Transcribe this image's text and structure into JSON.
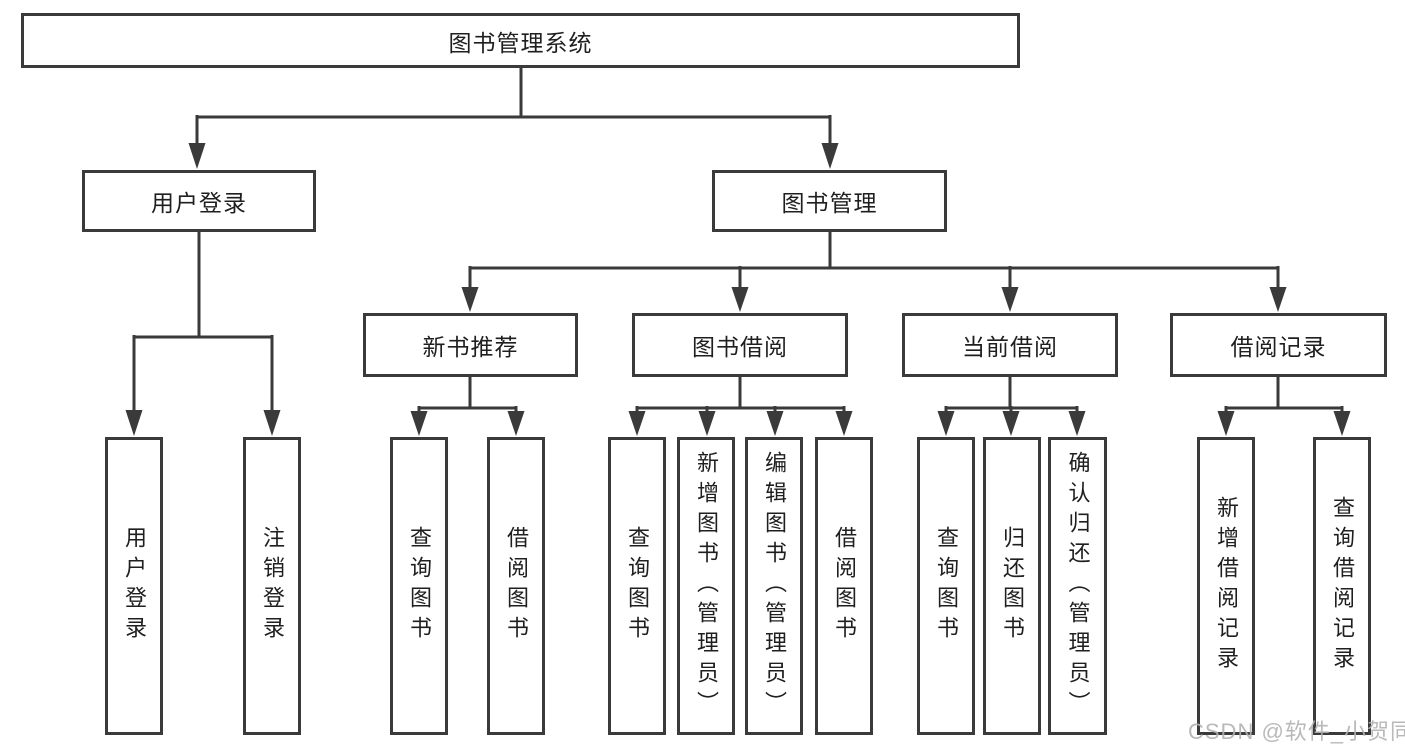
{
  "diagram": {
    "title": "图书管理系统",
    "watermark": "CSDN @软件_小贺同学",
    "colors": {
      "line": "#3a3a3a",
      "text": "#1f1f1f",
      "watermark": "#b2b2b2",
      "background": "#ffffff"
    },
    "level2": [
      {
        "label": "用户登录",
        "parent": "图书管理系统"
      },
      {
        "label": "图书管理",
        "parent": "图书管理系统"
      }
    ],
    "level3": [
      {
        "label": "新书推荐",
        "parent": "图书管理"
      },
      {
        "label": "图书借阅",
        "parent": "图书管理"
      },
      {
        "label": "当前借阅",
        "parent": "图书管理"
      },
      {
        "label": "借阅记录",
        "parent": "图书管理"
      }
    ],
    "level4": [
      {
        "label": "用户登录",
        "parent": "用户登录"
      },
      {
        "label": "注销登录",
        "parent": "用户登录"
      },
      {
        "label": "查询图书",
        "parent": "新书推荐"
      },
      {
        "label": "借阅图书",
        "parent": "新书推荐"
      },
      {
        "label": "查询图书",
        "parent": "图书借阅"
      },
      {
        "label": "新增图书（管理员）",
        "parent": "图书借阅"
      },
      {
        "label": "编辑图书（管理员）",
        "parent": "图书借阅"
      },
      {
        "label": "借阅图书",
        "parent": "图书借阅"
      },
      {
        "label": "查询图书",
        "parent": "当前借阅"
      },
      {
        "label": "归还图书",
        "parent": "当前借阅"
      },
      {
        "label": "确认归还（管理员）",
        "parent": "当前借阅"
      },
      {
        "label": "新增借阅记录",
        "parent": "借阅记录"
      },
      {
        "label": "查询借阅记录",
        "parent": "借阅记录"
      }
    ]
  }
}
